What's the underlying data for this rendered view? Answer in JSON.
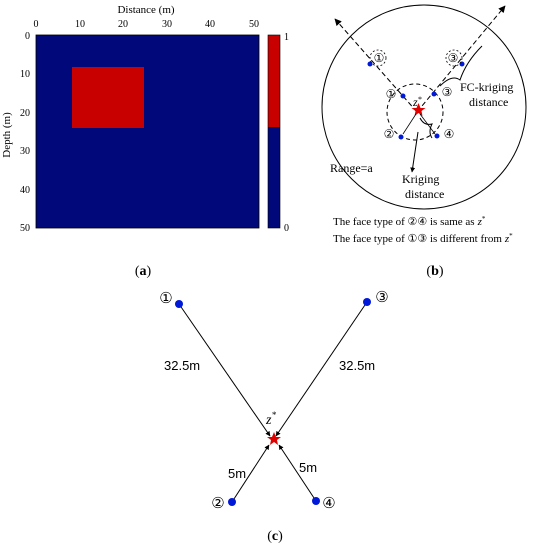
{
  "panel_a": {
    "label_open": "(",
    "label_letter": "a",
    "label_close": ")",
    "x_axis_title": "Distance (m)",
    "y_axis_title": "Depth (m)",
    "x_ticks": [
      "0",
      "10",
      "20",
      "30",
      "40",
      "50"
    ],
    "y_ticks": [
      "0",
      "10",
      "20",
      "30",
      "40",
      "50"
    ],
    "colorbar_ticks": [
      "1",
      "0"
    ],
    "colors": {
      "background_facies": "#00087A",
      "block_facies": "#C80000"
    }
  },
  "panel_b": {
    "label_open": "(",
    "label_letter": "b",
    "label_close": ")",
    "fc_kriging_line1": "FC-kriging",
    "fc_kriging_line2": "distance",
    "kriging_line1": "Kriging",
    "kriging_line2": "distance",
    "range_label": "Range=a",
    "target_label": "z",
    "target_sup": "*",
    "point_labels": [
      "①",
      "②",
      "③",
      "④"
    ],
    "caption_line1": "The face type of ②④ is same as",
    "caption_line2": "The face type of ①③ is different from",
    "caption_var": "z",
    "caption_sup": "*"
  },
  "panel_c": {
    "label_open": "(",
    "label_letter": "c",
    "label_close": ")",
    "point_labels": [
      "①",
      "②",
      "③",
      "④"
    ],
    "dist_long_left": "32.5m",
    "dist_long_right": "32.5m",
    "dist_short_left": "5m",
    "dist_short_right": "5m",
    "target_label": "z",
    "target_sup": "*",
    "colors": {
      "point": "#0018D8",
      "target": "#E00000"
    }
  }
}
